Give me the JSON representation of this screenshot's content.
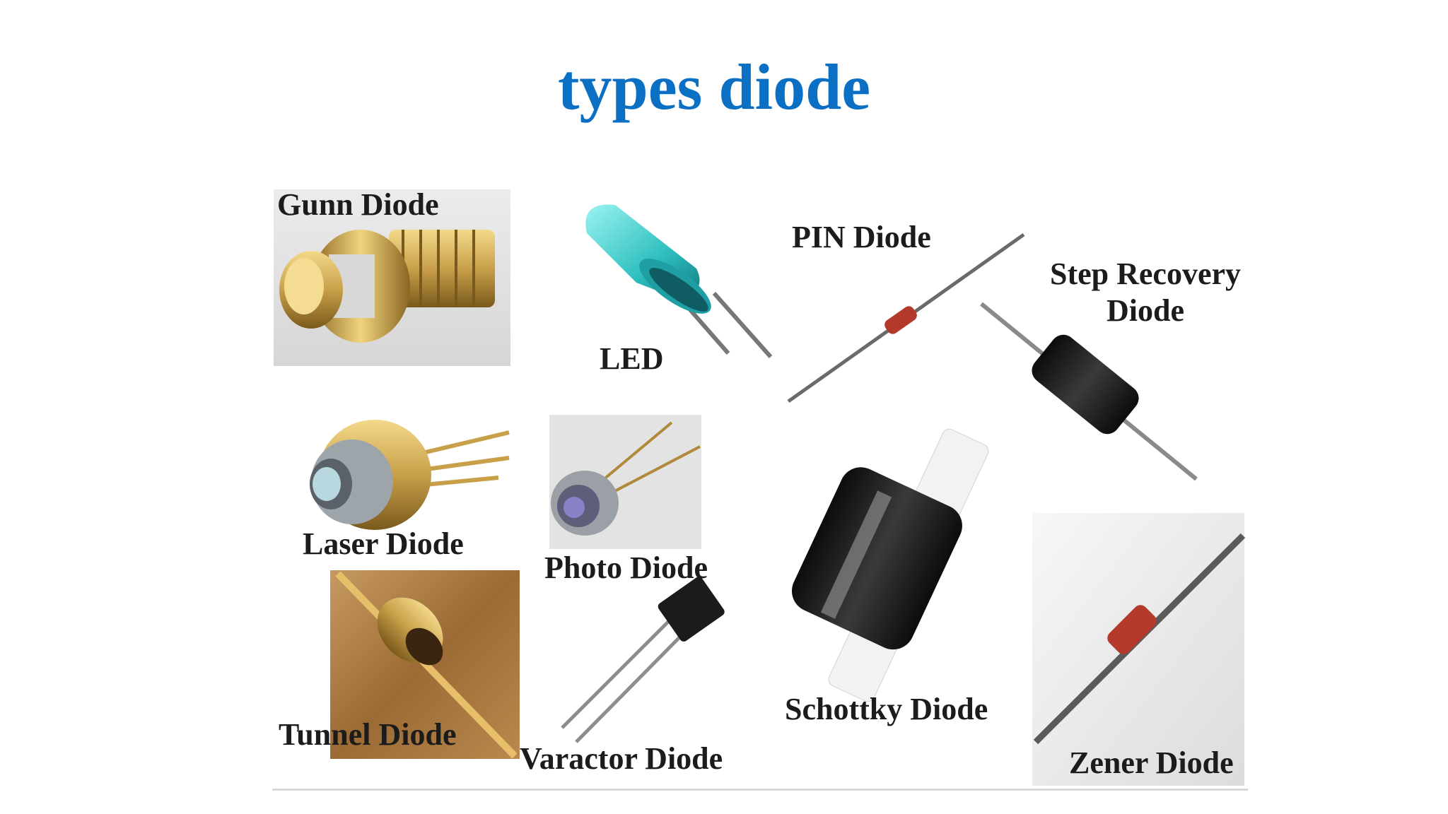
{
  "title": "types diode",
  "labels": {
    "gunn": "Gunn Diode",
    "led": "LED",
    "pin": "PIN Diode",
    "step_line1": "Step Recovery",
    "step_line2": "Diode",
    "laser": "Laser Diode",
    "photo": "Photo Diode",
    "schottky": "Schottky Diode",
    "tunnel": "Tunnel Diode",
    "varactor": "Varactor Diode",
    "zener": "Zener Diode"
  },
  "colors": {
    "title": "#0b6fc4",
    "gold": "#c9a04a",
    "led_teal": "#2fbfbf",
    "body_black": "#1e1e1e",
    "glass_red": "#b33a2a"
  }
}
